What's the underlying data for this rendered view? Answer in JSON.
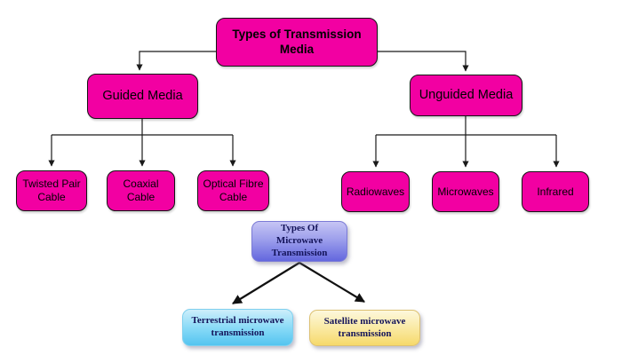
{
  "diagram": {
    "title": "Types of Transmission Media",
    "nodes": {
      "root": "Types of Transmission Media",
      "guided": "Guided Media",
      "unguided": "Unguided Media",
      "twisted_pair": "Twisted Pair Cable",
      "coaxial": "Coaxial Cable",
      "optical_fibre": "Optical Fibre Cable",
      "radiowaves": "Radiowaves",
      "microwaves": "Microwaves",
      "infrared": "Infrared",
      "microwave_types": "Types Of Microwave Transmission",
      "terrestrial": "Terrestrial microwave transmission",
      "satellite": "Satellite microwave transmission"
    },
    "colors": {
      "node_magenta": "#F200A2",
      "node_border": "#141414",
      "blue_gradient_top": "#C6C5F4",
      "blue_gradient_bottom": "#6367DE",
      "blue_border": "#7B7BD6",
      "cyan_gradient_top": "#CDEFFB",
      "cyan_gradient_bottom": "#54C4F0",
      "yellow_gradient_top": "#FDF8DC",
      "yellow_gradient_bottom": "#F6D96B",
      "connector_line": "#1A1A1A",
      "serif_text": "#14145A",
      "background": "#FFFFFF"
    }
  }
}
